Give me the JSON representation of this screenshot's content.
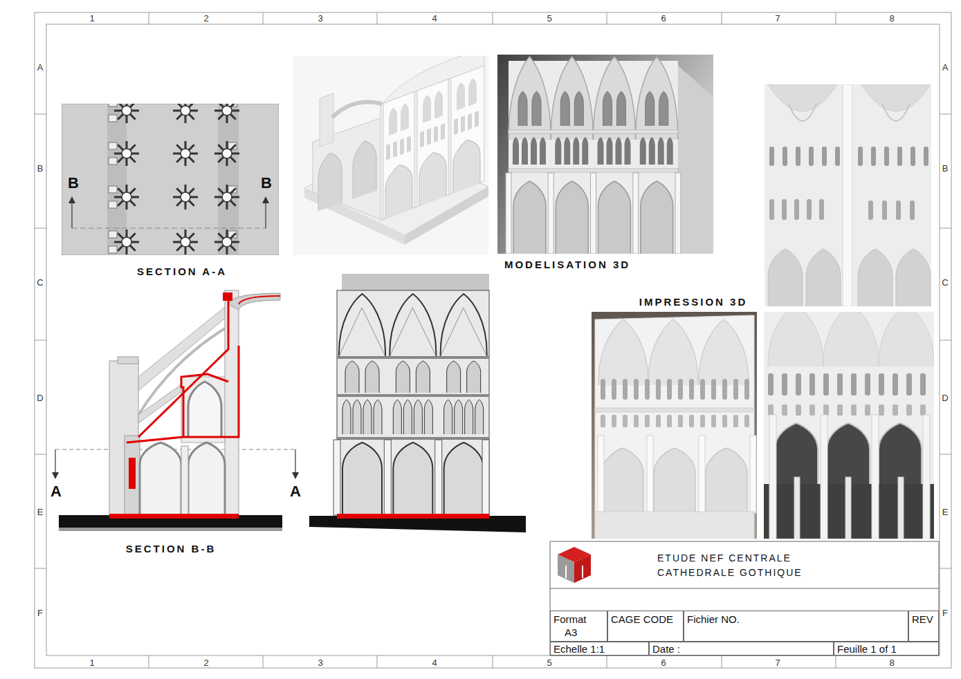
{
  "diagram": {
    "title": "ETUDE NEF CENTRALE CATHEDRALE GOTHIQUE",
    "nodes": [
      {
        "text": [
          "Format",
          "A3"
        ]
      },
      {
        "text": [
          "CAGE CODE"
        ]
      },
      {
        "text": [
          "Fichier NO."
        ]
      },
      {
        "text": [
          "REV"
        ]
      },
      {
        "text": [
          "Echelle 1:1"
        ]
      },
      {
        "text": [
          "Date :"
        ]
      },
      {
        "text": [
          "Feuille 1 of 1"
        ]
      }
    ],
    "labels": [
      "1",
      "2",
      "3",
      "4",
      "5",
      "6",
      "7",
      "8",
      "1",
      "2",
      "3",
      "4",
      "5",
      "6",
      "7",
      "8",
      "A",
      "B",
      "C",
      "D",
      "E",
      "F",
      "A",
      "B",
      "C",
      "D",
      "E",
      "F",
      "B",
      "B",
      "SECTION A-A",
      "MODELISATION 3D",
      "IMPRESSION 3D",
      "A",
      "A",
      "SECTION B-B"
    ]
  }
}
